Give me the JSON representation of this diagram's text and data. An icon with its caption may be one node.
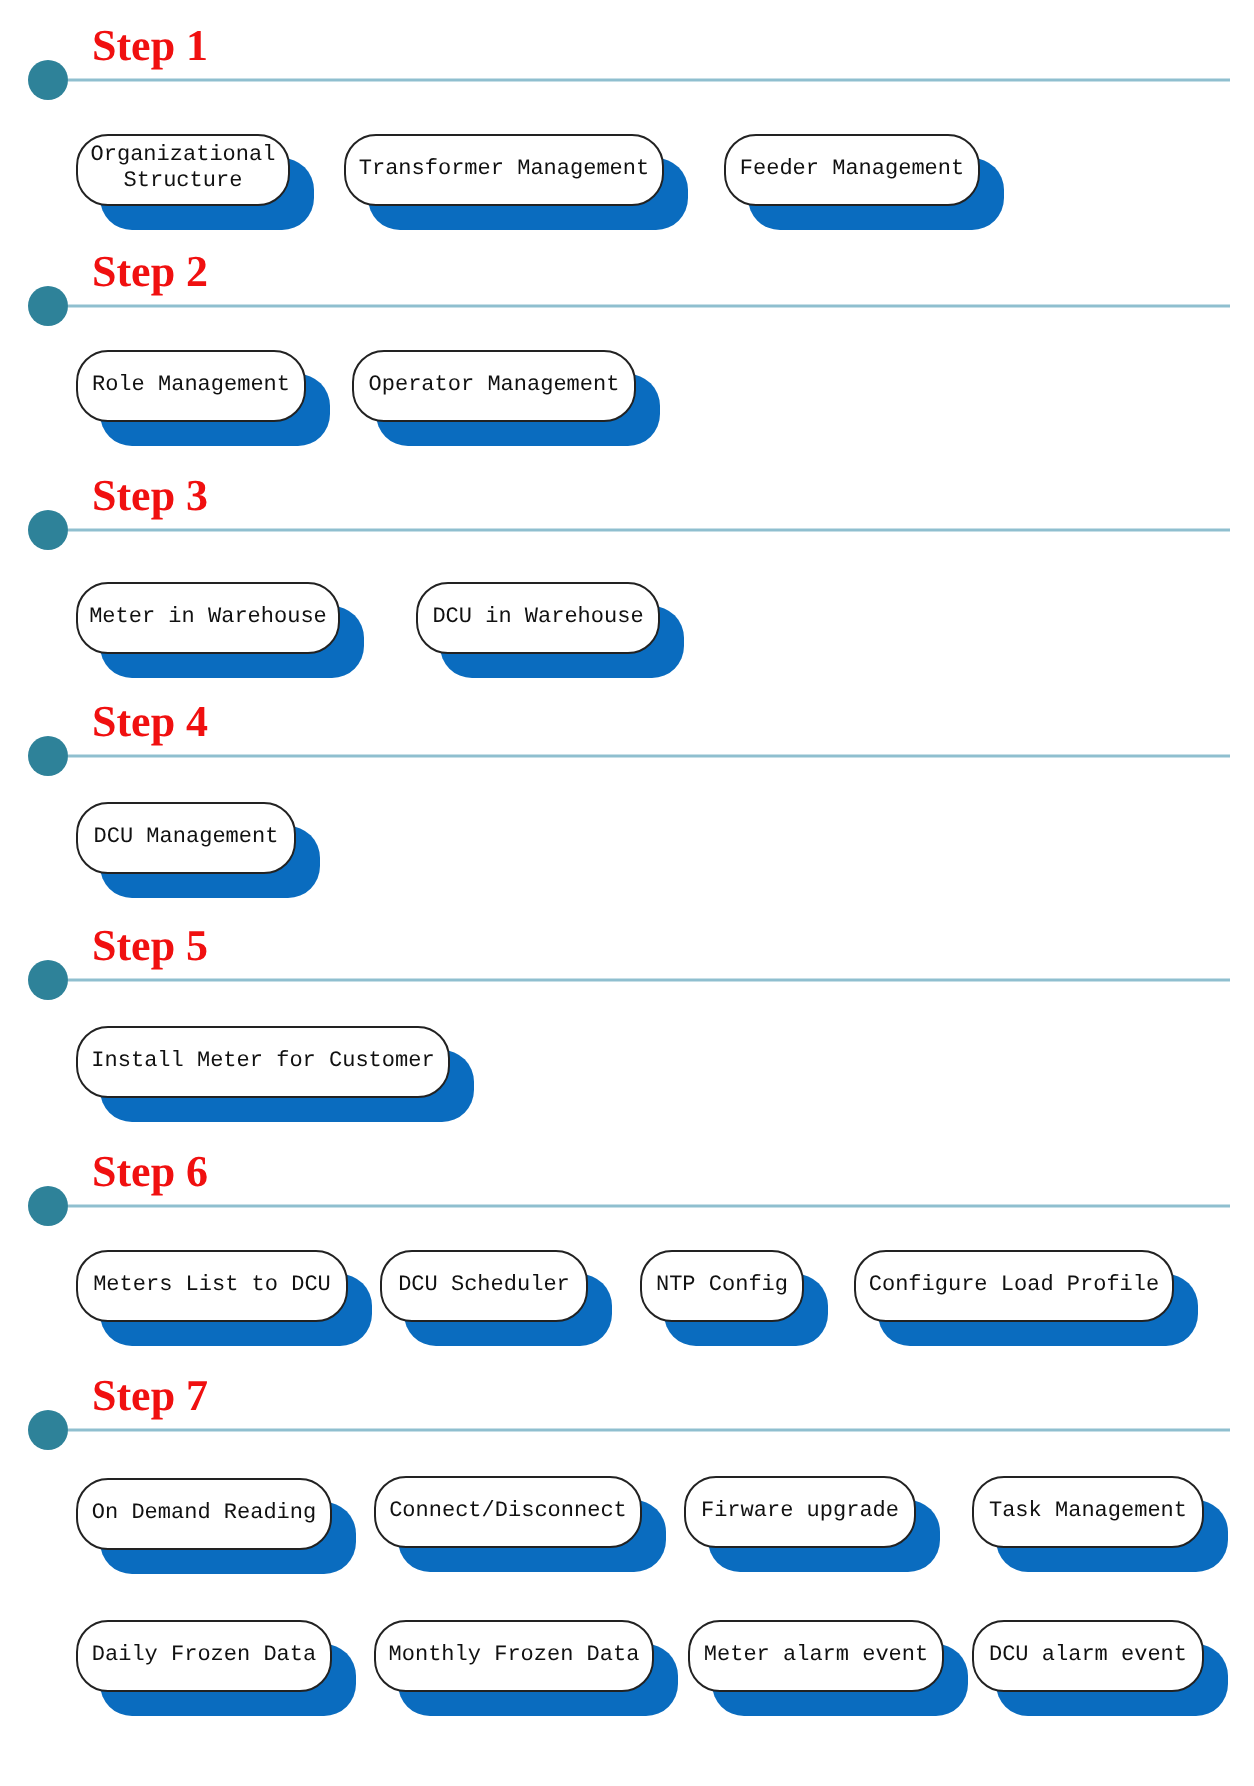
{
  "diagram": {
    "nodes": [
      {
        "text": [
          "Organizational Structure"
        ]
      },
      {
        "text": [
          "Transformer Management"
        ]
      },
      {
        "text": [
          "Feeder Management"
        ]
      },
      {
        "text": [
          "Role Management"
        ]
      },
      {
        "text": [
          "Operator Management"
        ]
      },
      {
        "text": [
          "Meter in Warehouse"
        ]
      },
      {
        "text": [
          "DCU in Warehouse"
        ]
      },
      {
        "text": [
          "DCU Management"
        ]
      },
      {
        "text": [
          "Install Meter for Customer"
        ]
      },
      {
        "text": [
          "Meters List to DCU"
        ]
      },
      {
        "text": [
          "DCU Scheduler"
        ]
      },
      {
        "text": [
          "NTP Config"
        ]
      },
      {
        "text": [
          "Configure Load Profile"
        ]
      },
      {
        "text": [
          "On Demand Reading"
        ]
      },
      {
        "text": [
          "Connect/Disconnect"
        ]
      },
      {
        "text": [
          "Firware upgrade"
        ]
      },
      {
        "text": [
          "Task Management"
        ]
      },
      {
        "text": [
          "Daily Frozen Data"
        ]
      },
      {
        "text": [
          "Monthly Frozen Data"
        ]
      },
      {
        "text": [
          "Meter alarm event"
        ]
      },
      {
        "text": [
          "DCU alarm event"
        ]
      }
    ],
    "edges": [],
    "labels": [
      "Step 1",
      "Step 2",
      "Step 3",
      "Step 4",
      "Step 5",
      "Step 6",
      "Step 7"
    ]
  }
}
